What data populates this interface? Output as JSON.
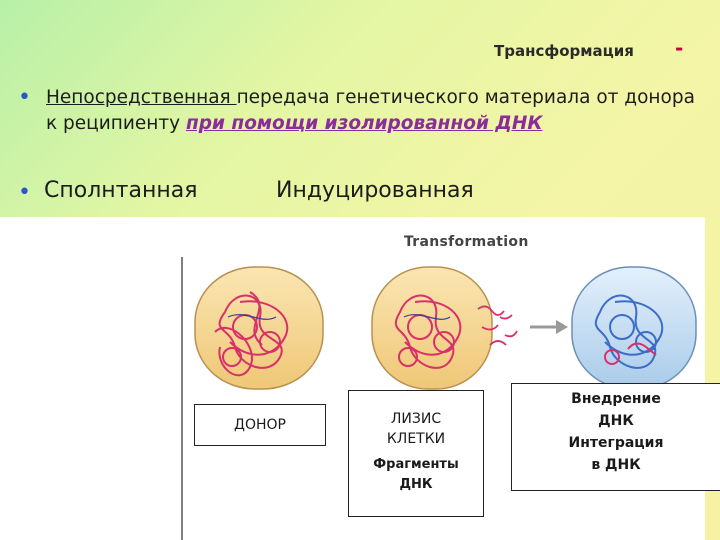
{
  "title": {
    "text": "Трансформация",
    "dash": "-"
  },
  "bullets": {
    "line1_underlined": "Непосредственная ",
    "line1_rest": "передача генетического материала от донора к реципиенту ",
    "line1_emphasis": "при помощи изолированной ДНК",
    "spontaneous": "Сполнтанная",
    "induced": "Индуцированная"
  },
  "figure": {
    "title": "Transformation",
    "labels": {
      "donor": "ДОНОР",
      "lysis_line1": "ЛИЗИС",
      "lysis_line2": "КЛЕТКИ",
      "fragments_line1": "Фрагменты",
      "fragments_line2": "ДНК",
      "integration_1": "Внедрение",
      "integration_2": "ДНК",
      "integration_3": "Интеграция",
      "integration_4": "в ДНК"
    }
  },
  "colors": {
    "bullet": "#2a58c8",
    "emphasis": "#8a2c9c",
    "title_dash": "#c00040",
    "cell_fill": "#f7d99a",
    "dna_red": "#d8306a",
    "dna_blue": "#3a6cc8",
    "recipient_cell": "#bcd8f0"
  }
}
